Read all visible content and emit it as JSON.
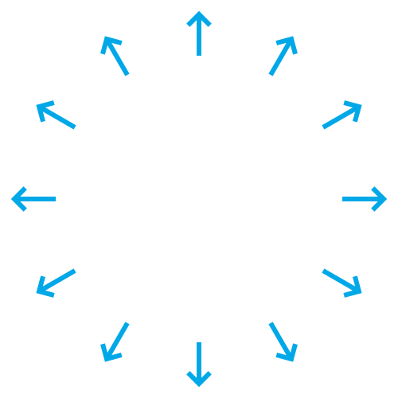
{
  "graphic": {
    "description_type": "radial-arrows",
    "color": "#00a8e8",
    "background": "#ffffff",
    "arrow_count": 12,
    "arrow_style": "outward-pointing line arrows",
    "arrows": [
      {
        "name": "arrow-up-icon",
        "direction_deg": 0
      },
      {
        "name": "arrow-up-right-icon",
        "direction_deg": 30
      },
      {
        "name": "arrow-upper-right-icon",
        "direction_deg": 60
      },
      {
        "name": "arrow-right-icon",
        "direction_deg": 90
      },
      {
        "name": "arrow-lower-right-icon",
        "direction_deg": 120
      },
      {
        "name": "arrow-down-right-icon",
        "direction_deg": 150
      },
      {
        "name": "arrow-down-icon",
        "direction_deg": 180
      },
      {
        "name": "arrow-down-left-icon",
        "direction_deg": 210
      },
      {
        "name": "arrow-lower-left-icon",
        "direction_deg": 240
      },
      {
        "name": "arrow-left-icon",
        "direction_deg": 270
      },
      {
        "name": "arrow-upper-left-icon",
        "direction_deg": 300
      },
      {
        "name": "arrow-up-left-icon",
        "direction_deg": 330
      }
    ]
  }
}
